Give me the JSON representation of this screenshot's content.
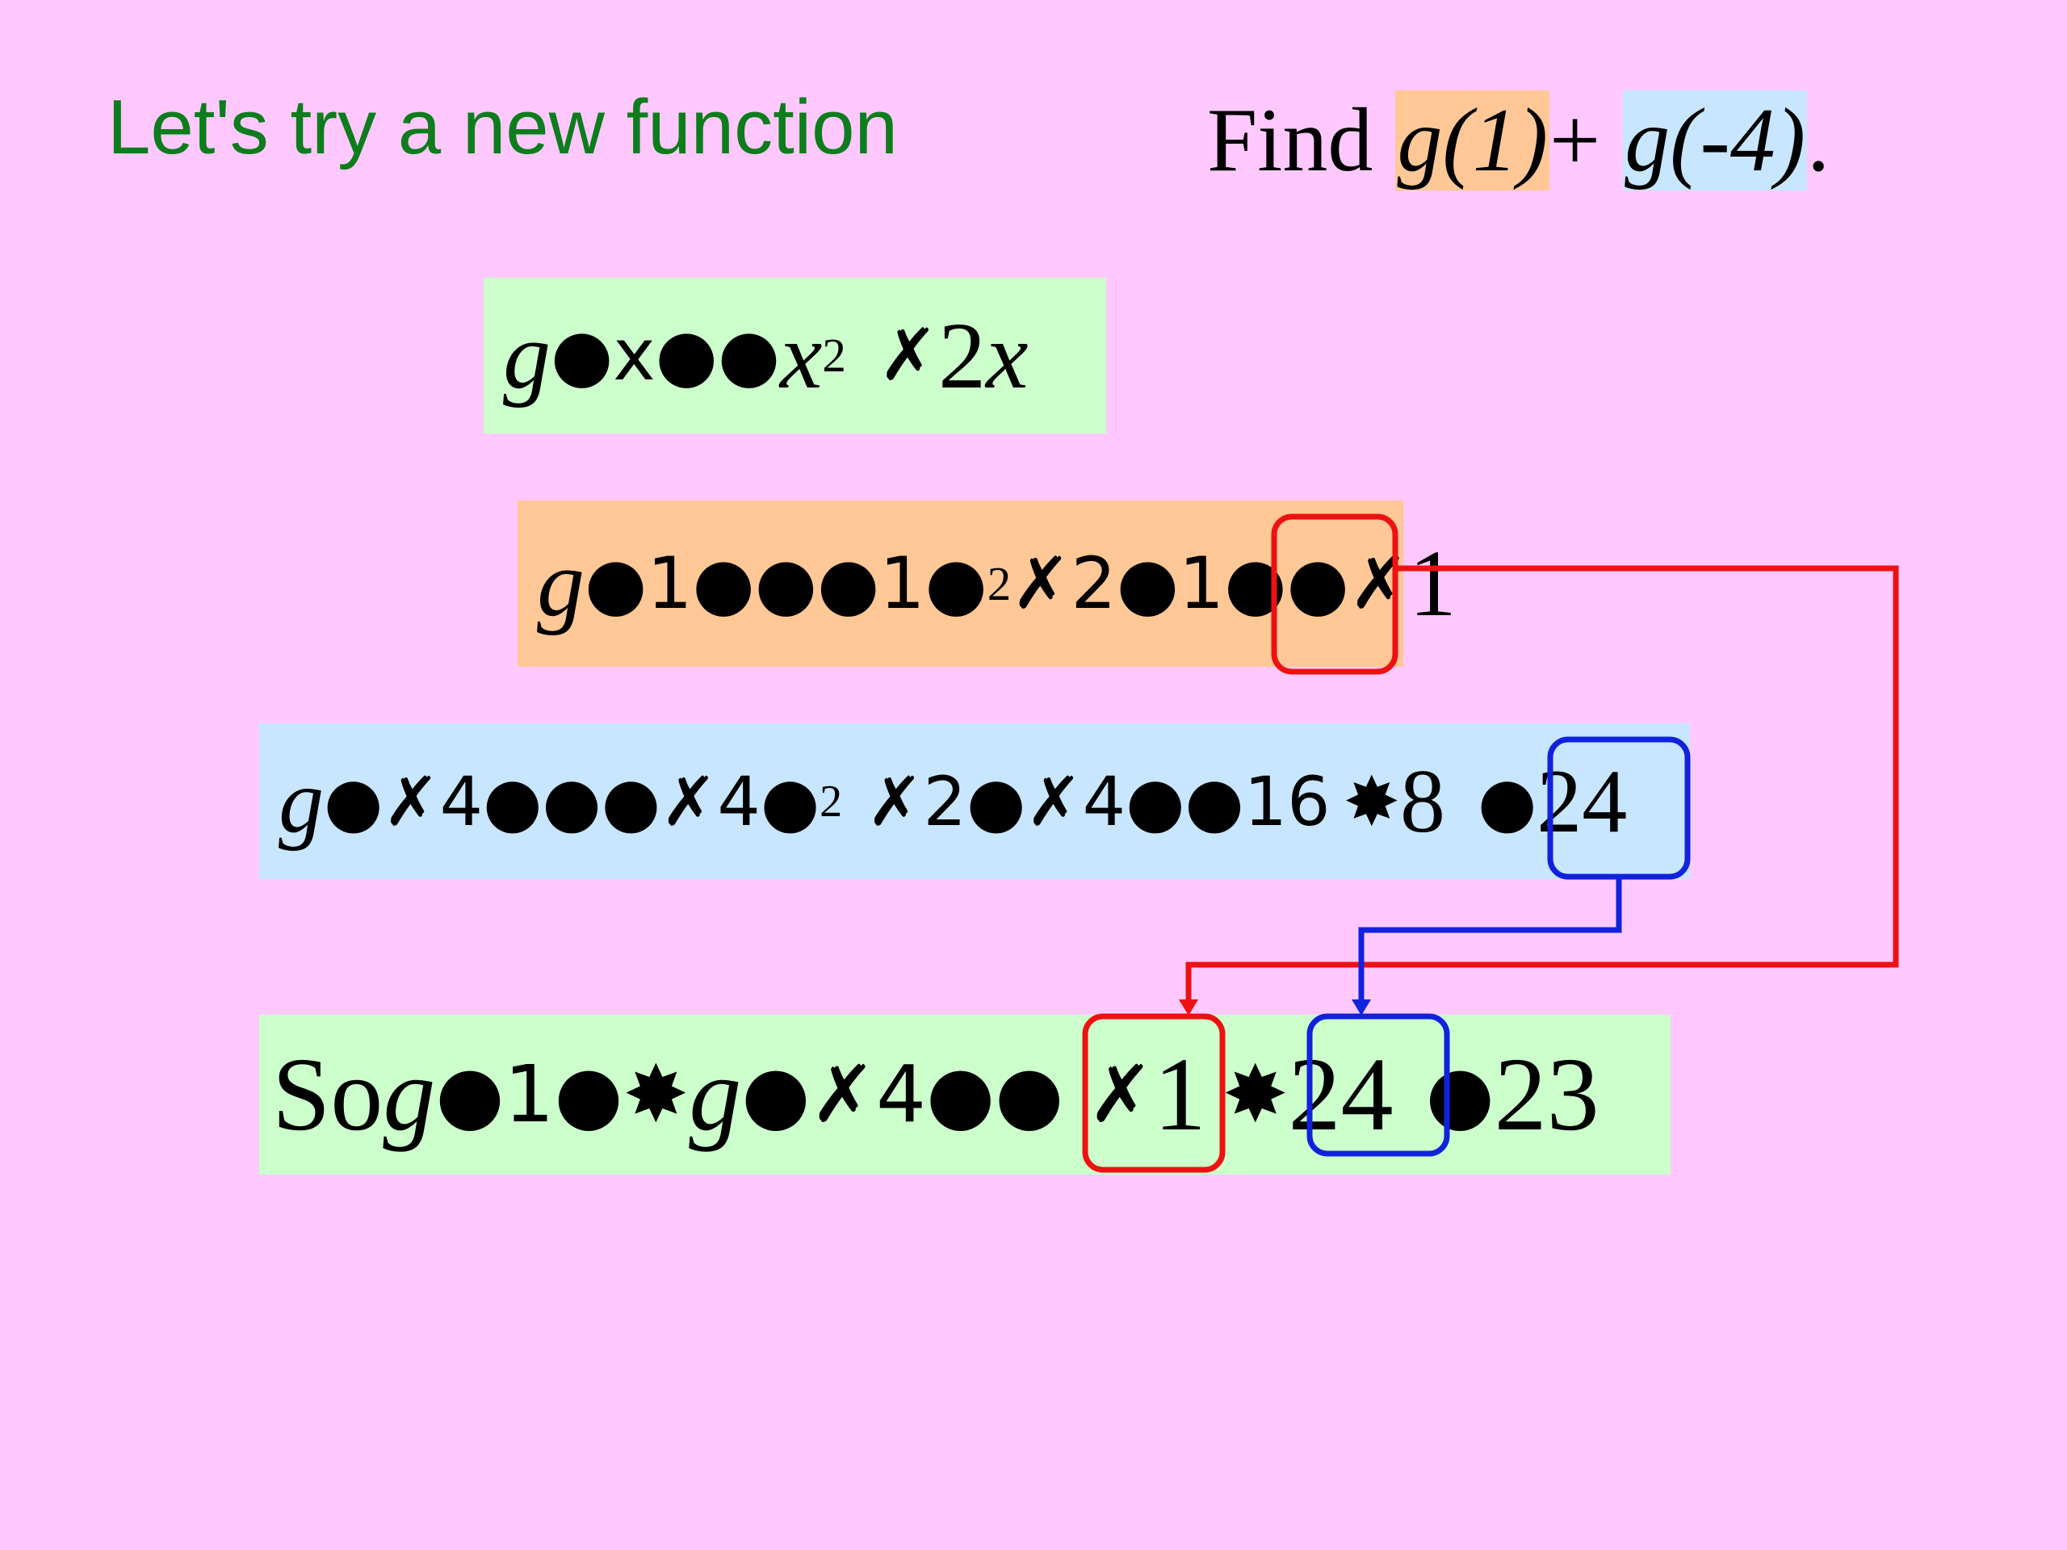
{
  "title": "Let's try a new function",
  "task": {
    "find": "Find ",
    "term1": "g(1)",
    "plus": "+ ",
    "term2": "g(-4)",
    "end": "."
  },
  "definition": {
    "fn": "g",
    "glyphs_left": "●x●●",
    "var": "x",
    "exp": "2",
    "glyph_mid": "✗",
    "coef": "2",
    "var2": "x"
  },
  "eval_g1": {
    "fn": "g",
    "lhs": "●1●●●1●",
    "exp": "2",
    "rhs": "✗2●1●●",
    "result_glyph": "✗",
    "result": "1"
  },
  "eval_g4": {
    "fn": "g",
    "lhs": "●✗4●●●✗4●",
    "exp": "2",
    "rhs": "✗2●✗4●●16",
    "glyph_mid": "✸",
    "n8": "8",
    "result_glyph": "●",
    "result": "24"
  },
  "conclusion": {
    "so": "So ",
    "fn": "g",
    "part1": "●1●✸",
    "fn2": "g",
    "part2": "●✗4●●",
    "boxed1_glyph": "✗",
    "boxed1": "1",
    "mid_glyph": "✸",
    "boxed2": "24",
    "eq_glyph": "●",
    "answer": "23"
  },
  "colors": {
    "background": "#ffc9ff",
    "title": "#0d7d1c",
    "red_arrow": "#ee1111",
    "blue_arrow": "#1122dd",
    "green_box": "#ccffcc",
    "orange_box": "#ffc896",
    "blue_box": "#c8e6ff"
  }
}
